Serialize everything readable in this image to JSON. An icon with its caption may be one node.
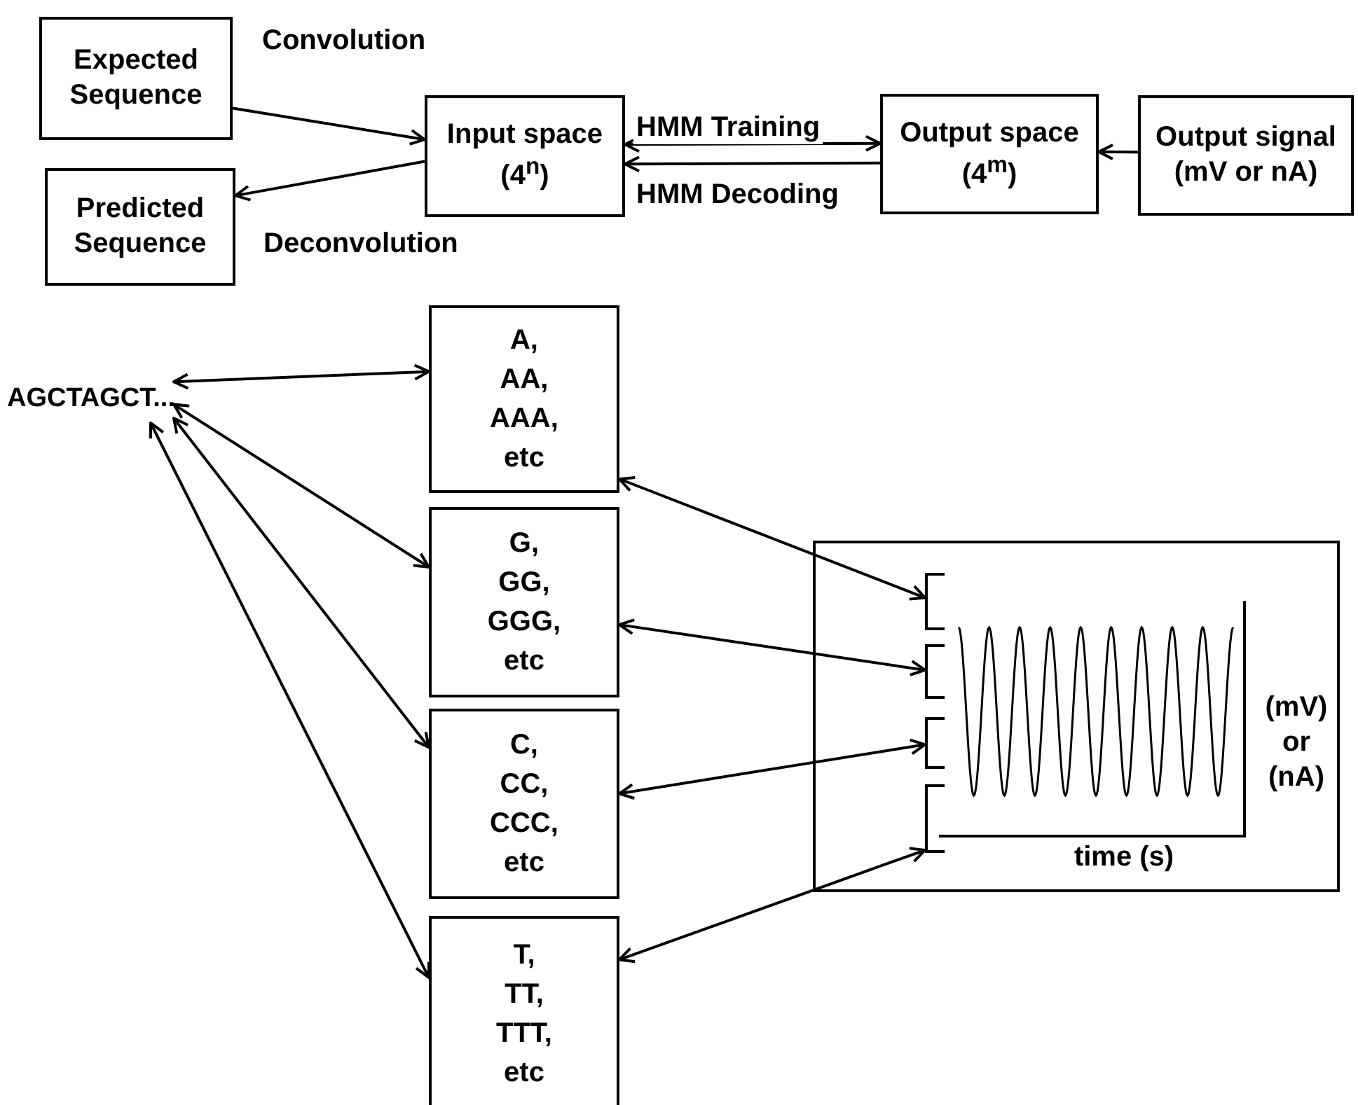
{
  "diagram": {
    "nodes": [
      {
        "text": [
          "Expected Sequence"
        ]
      },
      {
        "text": [
          "Predicted Sequence"
        ]
      },
      {
        "text": [
          "Input space (4$^{n}$)"
        ]
      },
      {
        "text": [
          "Output space (4$^{m}$)"
        ]
      },
      {
        "text": [
          "Output signal (mV or nA)"
        ]
      },
      {
        "text": [
          "AGCTAGCT..."
        ]
      },
      {
        "text": [
          "A, AA, AAA, etc"
        ]
      },
      {
        "text": [
          "G, GG, GGG, etc"
        ]
      },
      {
        "text": [
          "C, CC, CCC, etc"
        ]
      },
      {
        "text": [
          "T, TT, TTT, etc"
        ]
      },
      {
        "text": [
          "time (s)",
          "(mV) or (nA)"
        ]
      },
      {
        "text": [],
        "shape": "bracket",
        "in": 10
      },
      {
        "text": [],
        "shape": "bracket",
        "in": 10
      },
      {
        "text": [],
        "shape": "bracket",
        "in": 10
      },
      {
        "text": [],
        "shape": "bracket",
        "in": 10
      }
    ],
    "edges": [
      {
        "from": 0,
        "to": 2,
        "arrow": "to",
        "label": "Convolution"
      },
      {
        "from": 2,
        "to": 1,
        "arrow": "to",
        "label": "Deconvolution"
      },
      {
        "from": 2,
        "to": 3,
        "arrow": "both",
        "label": "HMM Training"
      },
      {
        "from": 3,
        "to": 2,
        "arrow": "to",
        "label": "HMM Decoding"
      },
      {
        "from": 4,
        "to": 3,
        "arrow": "to"
      },
      {
        "from": 5,
        "to": 6,
        "arrow": "both"
      },
      {
        "from": 5,
        "to": 7,
        "arrow": "both"
      },
      {
        "from": 5,
        "to": 8,
        "arrow": "both"
      },
      {
        "from": 5,
        "to": 9,
        "arrow": "both"
      },
      {
        "from": 6,
        "to": 11,
        "arrow": "both"
      },
      {
        "from": 7,
        "to": 12,
        "arrow": "both"
      },
      {
        "from": 8,
        "to": 13,
        "arrow": "both"
      },
      {
        "from": 9,
        "to": 14,
        "arrow": "both"
      }
    ]
  }
}
